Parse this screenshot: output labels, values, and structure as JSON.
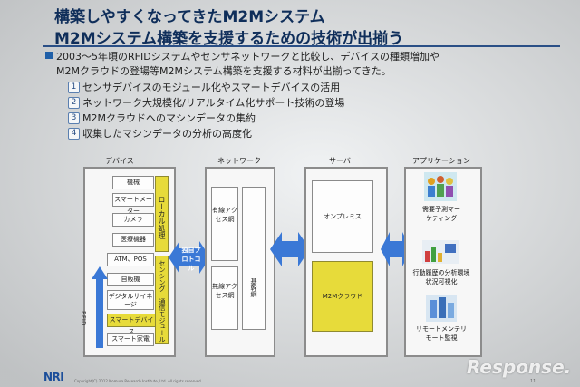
{
  "title": {
    "line1": "構築しやすくなってきたM2Mシステム",
    "line2": "M2Mシステム構築を支援するための技術が出揃う"
  },
  "intro": {
    "line1": "2003～5年頃のRFIDシステムやセンサネットワークと比較し、デバイスの種類増加や",
    "line2": "M2Mクラウドの登場等M2Mシステム構築を支援する材料が出揃ってきた。"
  },
  "points": [
    {
      "num": "1",
      "text": "センサデバイスのモジュール化やスマートデバイスの活用"
    },
    {
      "num": "2",
      "text": "ネットワーク大規模化/リアルタイム化サポート技術の登場"
    },
    {
      "num": "3",
      "text": "M2Mクラウドへのマシンデータの集約"
    },
    {
      "num": "4",
      "text": "収集したマシンデータの分析の高度化"
    }
  ],
  "diagram": {
    "headers": {
      "device": "デバイス",
      "network": "ネットワーク",
      "server": "サーバ",
      "application": "アプリケーション"
    },
    "devices": [
      "機械",
      "スマートメーター",
      "カメラ",
      "医療機器",
      "ATM、POS",
      "自販機",
      "デジタルサイネージ",
      "スマートデバイス",
      "スマート家電"
    ],
    "rfid": "RFID",
    "local_processing": "ローカル処理",
    "sensing": "センシング",
    "comm_module": "通信モジュール",
    "protocol": "独自プロトコル",
    "network": {
      "wired": "有線アクセス網",
      "wireless": "無線アクセス網",
      "backbone": "基幹網"
    },
    "server": {
      "onprem": "オンプレミス",
      "cloud": "M2Mクラウド"
    },
    "apps": [
      "需要予測マーケティング",
      "行動履歴の分析環境状況可視化",
      "リモートメンテリモート監視"
    ]
  },
  "footer": {
    "logo": "NRI",
    "copyright": "Copyright(C) 2012 Nomura Research Institute, Ltd. All rights reserved.",
    "page": "11"
  },
  "watermark": "Response.",
  "colors": {
    "title": "#0f2e5a",
    "accent": "#2a4f86",
    "highlight": "#e7db3a"
  }
}
